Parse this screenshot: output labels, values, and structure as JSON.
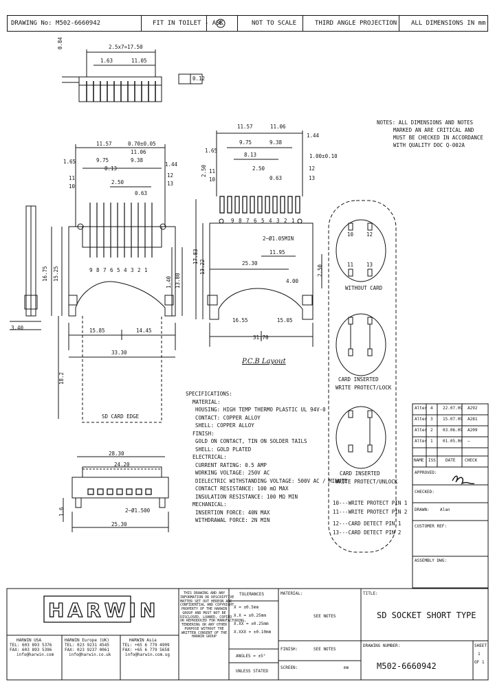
{
  "header": {
    "drawing_label": "DRAWING No: M502-6660942",
    "fit_note": "FIT IN TOILET - ASK",
    "symbol": "C",
    "scale": "NOT TO SCALE",
    "projection": "THIRD ANGLE PROJECTION",
    "units": "ALL DIMENSIONS IN mm"
  },
  "notes": [
    "NOTES: ALL DIMENSIONS AND NOTES",
    "MARKED AN ARE CRITICAL AND",
    "MUST BE CHECKED IN ACCORDANCE",
    "WITH QUALITY DOC Q-002A"
  ],
  "dims": {
    "d_2p5x7": "2.5x7=17.50",
    "d_1163": "1.63",
    "d_1105": "11.05",
    "d_084": "0.84",
    "d_012": "0.12",
    "d_1157": "11.57",
    "d_070": "0.70±0.05",
    "d_1106": "11.06",
    "d_165": "1.65",
    "d_975": "9.75",
    "d_938": "9.38",
    "d_813": "8.13",
    "d_144": "1.44",
    "d_250": "2.50",
    "d_063": "0.63",
    "d_1675": "16.75",
    "d_1525": "15.25",
    "d_1380": "13.80",
    "d_140": "1.40",
    "d_1585": "15.85",
    "d_1445": "14.45",
    "d_3330": "33.30",
    "d_182": "18.2",
    "d_340": "3.40",
    "d_sdedge": "SD CARD EDGE",
    "d_100": "1.00±0.10",
    "d_1783": "17.83",
    "d_1322": "13.22",
    "d_2x105": "2~Ø1.05MIN",
    "d_1195": "11.95",
    "d_2530": "25.30",
    "d_400": "4.00",
    "d_1655": "16.55",
    "d_1505": "15.05",
    "d_3170": "31.70",
    "d_2830": "28.30",
    "d_2420": "24.20",
    "d_2x150": "2~Ø1.500",
    "d_2530b": "25.30",
    "d_16": "1.6",
    "pcb_layout": "P.C.B Layout"
  },
  "pins_top": [
    "9",
    "8",
    "7",
    "6",
    "5",
    "4",
    "3",
    "2",
    "1"
  ],
  "pins_a": [
    "11",
    "10",
    "12",
    "13"
  ],
  "specs": [
    "SPECIFICATIONS:",
    "MATERIAL:",
    "HOUSING: HIGH TEMP THERMO PLASTIC UL 94V-0",
    "CONTACT: COPPER ALLOY",
    "SHELL: COPPER ALLOY",
    "FINISH:",
    "GOLD ON CONTACT, TIN ON SOLDER TAILS",
    "SHELL: GOLD PLATED",
    "ELECTRICAL:",
    "CURRENT RATING: 0.5 AMP",
    "WORKING VOLTAGE: 250V AC",
    "DIELECTRIC WITHSTANDING VOLTAGE: 500V AC / MINUTE",
    "CONTACT RESISTANCE: 100 mΩ MAX",
    "INSULATION RESISTANCE: 100 MΩ MIN",
    "MECHANICAL:",
    "INSERTION FORCE: 40N MAX",
    "WITHDRAWAL FORCE: 2N MIN"
  ],
  "states": {
    "without": "WITHOUT CARD",
    "inserted_1": "CARD INSERTED",
    "inserted_2": "WRITE PROTECT/LOCK",
    "inserted_b1": "CARD INSERTED",
    "inserted_b2": "WRITE PROTECT/UNLOCK",
    "pin_labels": [
      "10",
      "12",
      "11",
      "13"
    ]
  },
  "legend": [
    "10---WRITE PROTECT PIN 1",
    "11---WRITE PROTECT PIN 2",
    "12---CARD DETECT PIN 1",
    "13---CARD DETECT PIN 2"
  ],
  "revisions": {
    "rows": [
      {
        "alt": "Alter",
        "iss": "4",
        "date": "22.07.09",
        "chk": "A292"
      },
      {
        "alt": "Alter",
        "iss": "3",
        "date": "15.07.09",
        "chk": "A281"
      },
      {
        "alt": "Alter",
        "iss": "2",
        "date": "03.06.09",
        "chk": "A209"
      },
      {
        "alt": "Alter",
        "iss": "1",
        "date": "01.05.06",
        "chk": "—"
      }
    ],
    "head": [
      "NAME",
      "ISS",
      "DATE",
      "CHECK"
    ],
    "approved": "APPROVED:",
    "checked": "CHECKED:",
    "drawn": "DRAWN:",
    "drawn_by": "Alan",
    "customer_ref": "CUSTOMER REF:",
    "assembly": "ASSEMBLY DWG:"
  },
  "titleblock": {
    "logo": "HARWIN",
    "offices": [
      {
        "name": "HARWIN USA",
        "tel": "TEL: 603 893 5376",
        "fax": "FAX: 603 893 5396",
        "mail": "info@harwin.com"
      },
      {
        "name": "HARWIN Europe (UK)",
        "tel": "TEL: 023 9231 4545",
        "fax": "FAX: 023 9237 0061",
        "mail": "info@harwin.co.uk"
      },
      {
        "name": "HARWIN Asia",
        "tel": "TEL: +65 6 779 4909",
        "fax": "FAX: +65 6 779 5658",
        "mail": "info@harwin.com.sg"
      }
    ],
    "copyright": [
      "THIS DRAWING AND ANY",
      "INFORMATION OR DESCRIPTIVE",
      "MATTER SET OUT HEREON ARE",
      "CONFIDENTIAL AND COPYRIGHT",
      "PROPERTY OF THE HARWIN",
      "GROUP AND MUST NOT BE",
      "DISCLOSED, LOANED, COPIED",
      "OR REPRODUCED FOR MANUFACTURING,",
      "TENDERING OR ANY OTHER",
      "PURPOSE WITHOUT THE",
      "WRITTEN CONSENT OF THE",
      "HARWIN GROUP"
    ],
    "tolerances": "TOLERANCES",
    "tol_lines": [
      "X  = ±0.5mm",
      "X.X  = ±0.25mm",
      "X.XX = ±0.25mm",
      "X.XXX = ±0.10mm"
    ],
    "angles": "ANGLES = ±5°",
    "unless": "UNLESS STATED",
    "material_label": "MATERIAL:",
    "material_value": "SEE NOTES",
    "finish_label": "FINISH:",
    "finish_value": "SEE NOTES",
    "screen_label": "SCREEN:",
    "screen_value": "mm",
    "title_label": "TITLE:",
    "title": "SD SOCKET SHORT TYPE",
    "dwg_label": "DRAWING NUMBER:",
    "dwg": "M502-6660942",
    "sheet_label": "SHEET",
    "sheet": "1",
    "of": "OF 1"
  }
}
